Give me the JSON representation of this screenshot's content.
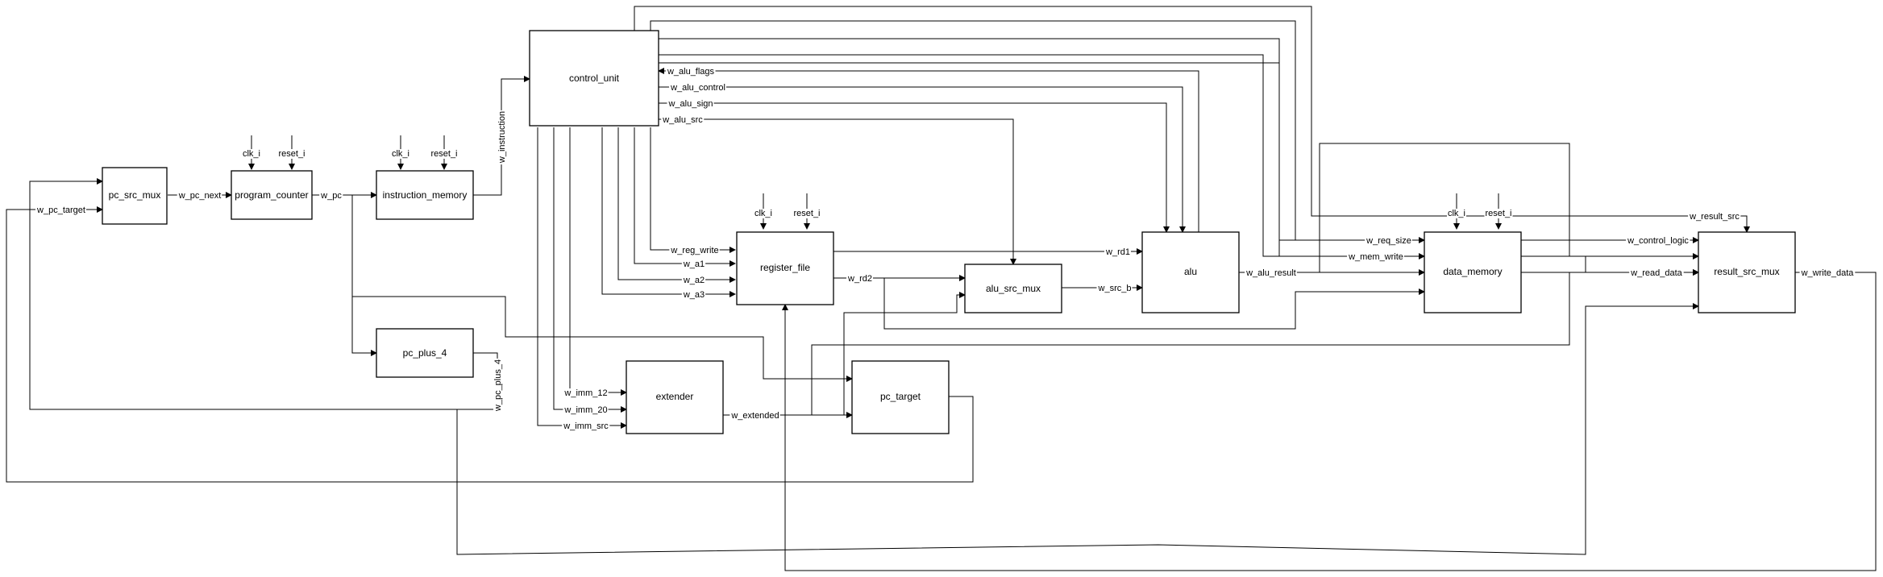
{
  "blocks": {
    "control_unit": "control_unit",
    "pc_src_mux": "pc_src_mux",
    "program_counter": "program_counter",
    "instruction_memory": "instruction_memory",
    "pc_plus_4": "pc_plus_4",
    "register_file": "register_file",
    "extender": "extender",
    "alu_src_mux": "alu_src_mux",
    "pc_target": "pc_target",
    "alu": "alu",
    "data_memory": "data_memory",
    "result_src_mux": "result_src_mux"
  },
  "ports": {
    "clk": "clk_i",
    "reset": "reset_i"
  },
  "signals": {
    "w_pc_target": "w_pc_target",
    "w_pc_next": "w_pc_next",
    "w_pc": "w_pc",
    "w_instruction": "w_instruction",
    "w_pc_plus_4": "w_pc_plus_4",
    "w_alu_flags": "w_alu_flags",
    "w_alu_control": "w_alu_control",
    "w_alu_sign": "w_alu_sign",
    "w_alu_src": "w_alu_src",
    "w_reg_write": "w_reg_write",
    "w_a1": "w_a1",
    "w_a2": "w_a2",
    "w_a3": "w_a3",
    "w_rd1": "w_rd1",
    "w_rd2": "w_rd2",
    "w_src_b": "w_src_b",
    "w_alu_result": "w_alu_result",
    "w_imm_12": "w_imm_12",
    "w_imm_20": "w_imm_20",
    "w_imm_src": "w_imm_src",
    "w_extended": "w_extended",
    "w_req_size": "w_req_size",
    "w_mem_write": "w_mem_write",
    "w_read_data": "w_read_data",
    "w_result_src": "w_result_src",
    "w_control_logic": "w_control_logic",
    "w_write_data": "w_write_data"
  }
}
